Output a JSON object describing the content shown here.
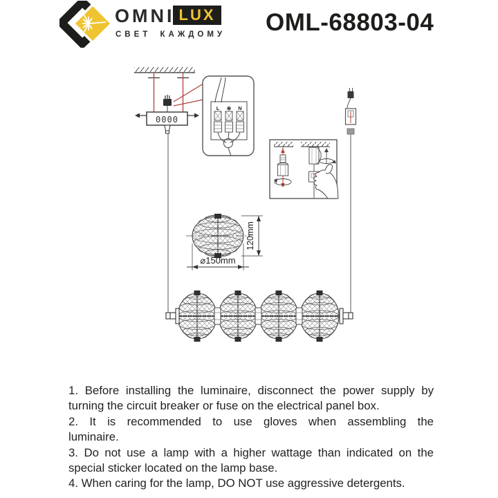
{
  "header": {
    "logo": {
      "brand_primary": "OMNI",
      "brand_secondary": "LUX",
      "tagline": "СВЕТ КАЖДОМУ"
    },
    "model": "OML-68803-04"
  },
  "diagram": {
    "canopy_label": "0000",
    "terminal": {
      "l": "L",
      "earth": "⊕",
      "n": "N"
    },
    "dims": {
      "height": "120mm",
      "diameter": "⌀150mm"
    }
  },
  "instructions": {
    "lines": [
      {
        "text": "1. Before installing the luminaire, disconnect the power supply by",
        "justify": true
      },
      {
        "text": "turning the circuit breaker or fuse on the electrical panel box.",
        "justify": false
      },
      {
        "text": "2. It is recommended to use gloves when assembling the",
        "justify": true
      },
      {
        "text": "luminaire.",
        "justify": false
      },
      {
        "text": "3. Do not use a lamp with a higher wattage than indicated on the",
        "justify": true
      },
      {
        "text": "special sticker located on the lamp base.",
        "justify": false
      },
      {
        "text": "4. When caring for the lamp, DO NOT use aggressive detergents.",
        "justify": false
      }
    ]
  },
  "colors": {
    "accent_red": "#b04038",
    "brand_yellow": "#f0c331",
    "ink": "#1d1d1b"
  }
}
